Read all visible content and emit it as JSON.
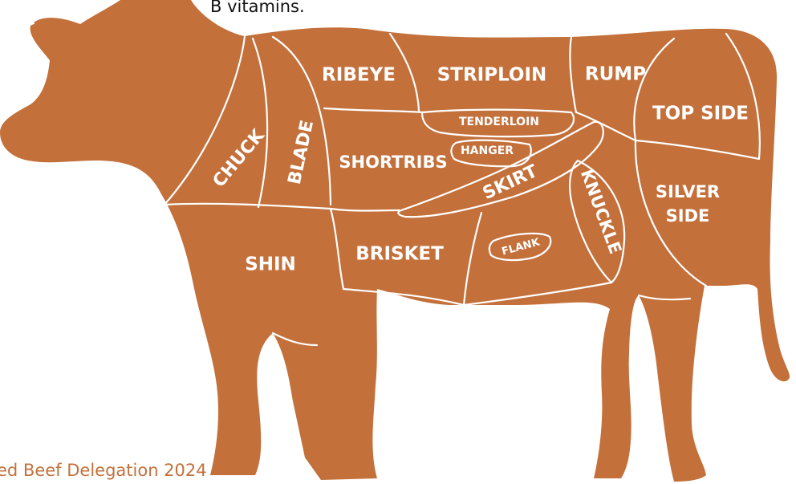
{
  "caption": "B vitamins.",
  "footer": "ed Beef Delegation 2024",
  "colors": {
    "body": "#c3703b",
    "lines": "#ffffff",
    "footer_text": "#c3703b"
  },
  "cuts": {
    "chuck": "CHUCK",
    "blade": "BLADE",
    "ribeye": "RIBEYE",
    "striploin": "STRIPLOIN",
    "rump": "RUMP",
    "top_side": "TOP SIDE",
    "tenderloin": "TENDERLOIN",
    "hanger": "HANGER",
    "shortribs": "SHORTRIBS",
    "skirt": "SKIRT",
    "knuckle": "KNUCKLE",
    "silver_side_line1": "SILVER",
    "silver_side_line2": "SIDE",
    "shin": "SHIN",
    "brisket": "BRISKET",
    "flank": "FLANK"
  }
}
